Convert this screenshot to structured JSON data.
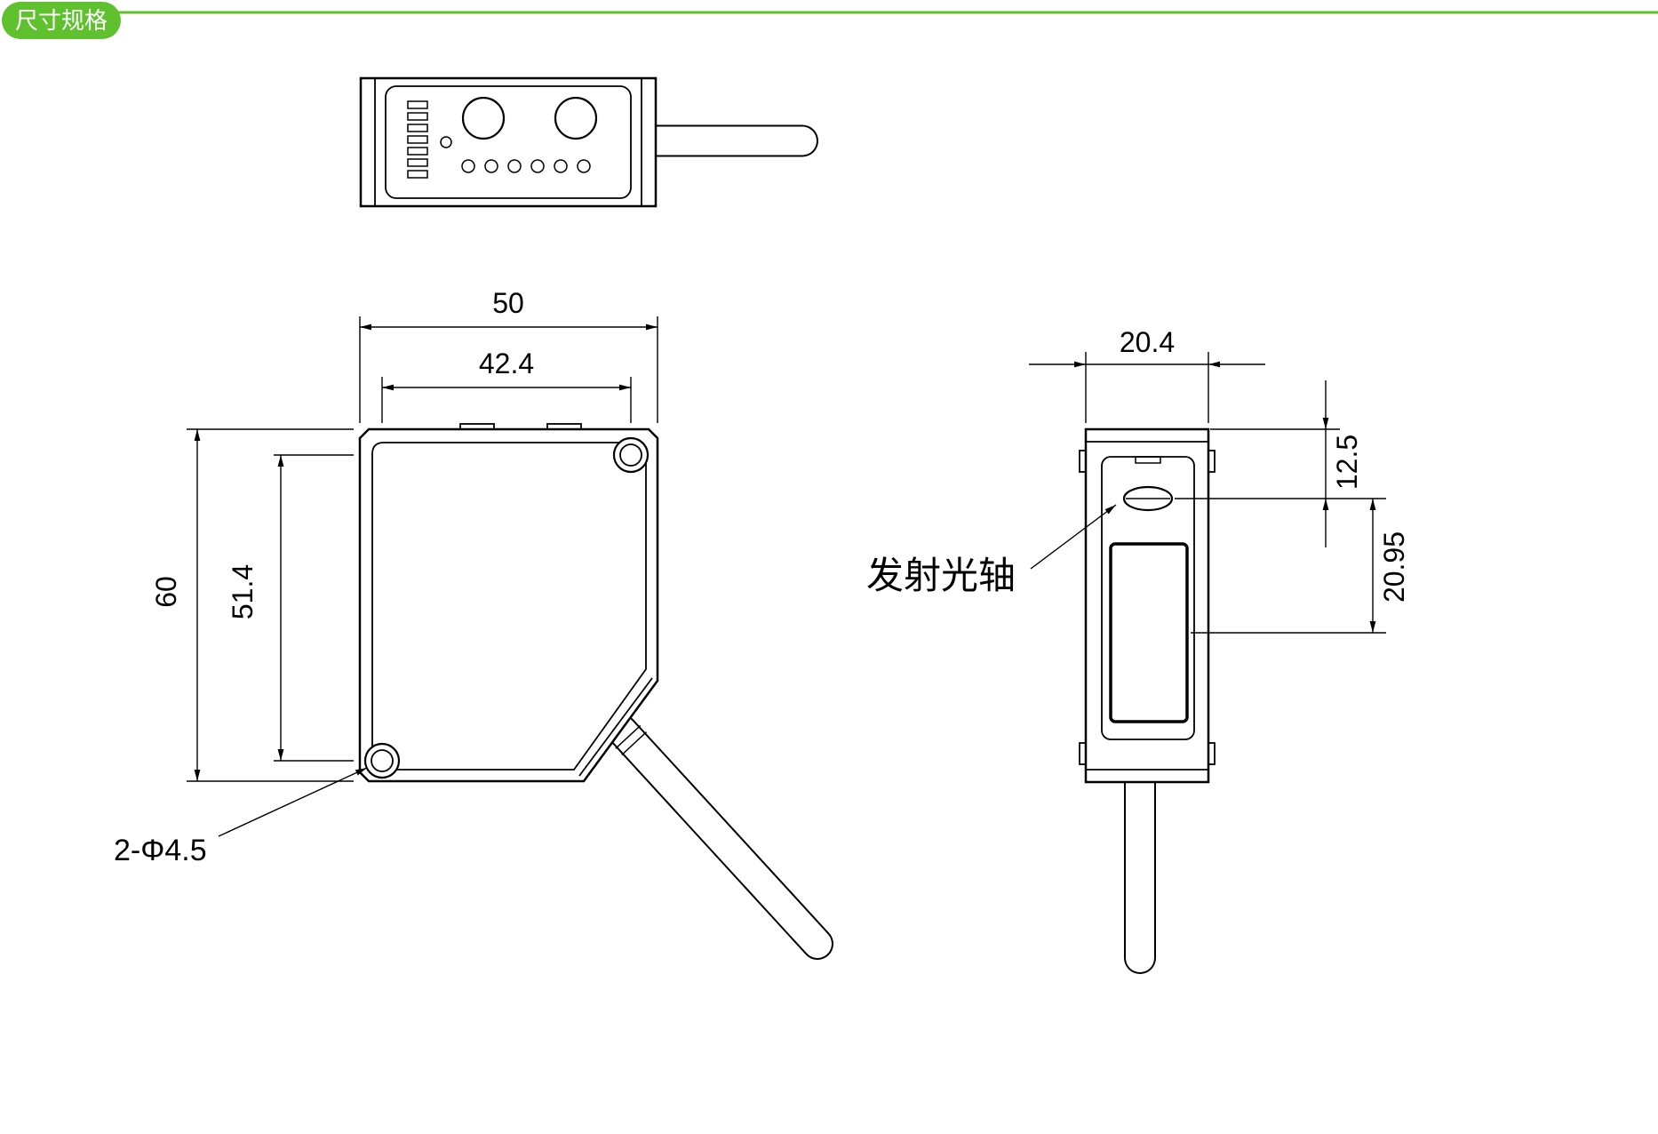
{
  "header": {
    "title": "尺寸规格"
  },
  "colors": {
    "accent": "#5fc12e",
    "line": "#000000"
  },
  "front_view": {
    "width_outer": "50",
    "width_inner": "42.4",
    "height_outer": "60",
    "height_inner": "51.4",
    "holes_label": "2-Φ4.5"
  },
  "side_view": {
    "width": "20.4",
    "top_to_axis": "12.5",
    "axis_to_window": "20.95",
    "axis_label": "发射光轴"
  }
}
